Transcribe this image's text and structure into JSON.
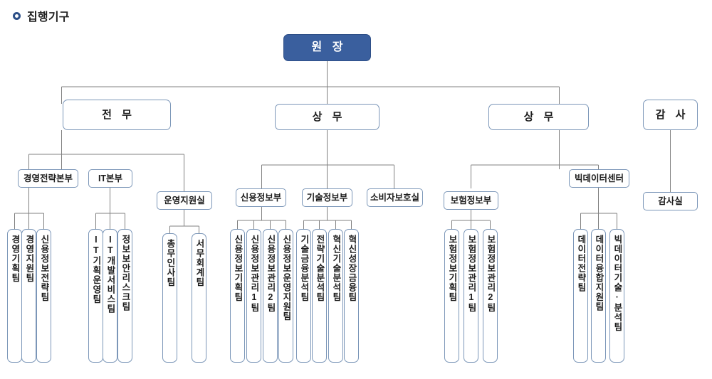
{
  "heading": {
    "bullet_icon": "ring-bullet-icon",
    "text": "집행기구"
  },
  "colors": {
    "root_fill": "#3a5f9e",
    "root_text": "#ffffff",
    "box_border": "#7b96b8",
    "box_fill": "#ffffff",
    "connector": "#808080",
    "heading_accent": "#2c4f87"
  },
  "chart": {
    "type": "org-chart",
    "root": {
      "label": "원 장"
    },
    "audit": {
      "label": "감 사",
      "child": {
        "label": "감사실"
      }
    },
    "executives": [
      {
        "label": "전 무",
        "departments": [
          {
            "label": "경영전략본부",
            "teams": [
              {
                "label": "경영기획팀"
              },
              {
                "label": "경영지원팀"
              },
              {
                "label": "신용정보전략팀"
              }
            ]
          },
          {
            "label": "IT본부",
            "teams": [
              {
                "label": "IT기획운영팀"
              },
              {
                "label": "IT개발서비스팀"
              },
              {
                "label": "정보보안리스크팀"
              }
            ]
          },
          {
            "label": "운영지원실",
            "teams": [
              {
                "label": "총무인사팀"
              },
              {
                "label": "서무회계팀"
              }
            ]
          }
        ]
      },
      {
        "label": "상 무",
        "departments": [
          {
            "label": "신용정보부",
            "teams": [
              {
                "label": "신용정보기획팀"
              },
              {
                "label": "신용정보관리1팀"
              },
              {
                "label": "신용정보관리2팀"
              },
              {
                "label": "신용정보운영지원팀"
              }
            ]
          },
          {
            "label": "기술정보부",
            "teams": [
              {
                "label": "기술금융분석팀"
              },
              {
                "label": "전략기술분석팀"
              },
              {
                "label": "혁신기술분석팀"
              },
              {
                "label": "혁신성장금융팀"
              }
            ]
          },
          {
            "label": "소비자보호실",
            "teams": []
          }
        ]
      },
      {
        "label": "상 무",
        "departments": [
          {
            "label": "보험정보부",
            "teams": [
              {
                "label": "보험정보기획팀"
              },
              {
                "label": "보험정보관리1팀"
              },
              {
                "label": "보험정보관리2팀"
              }
            ]
          },
          {
            "label": "빅데이터센터",
            "teams": [
              {
                "label": "데이터전략팀"
              },
              {
                "label": "데이터융합지원팀"
              },
              {
                "label": "빅데이터기술·분석팀"
              }
            ]
          }
        ]
      }
    ]
  }
}
